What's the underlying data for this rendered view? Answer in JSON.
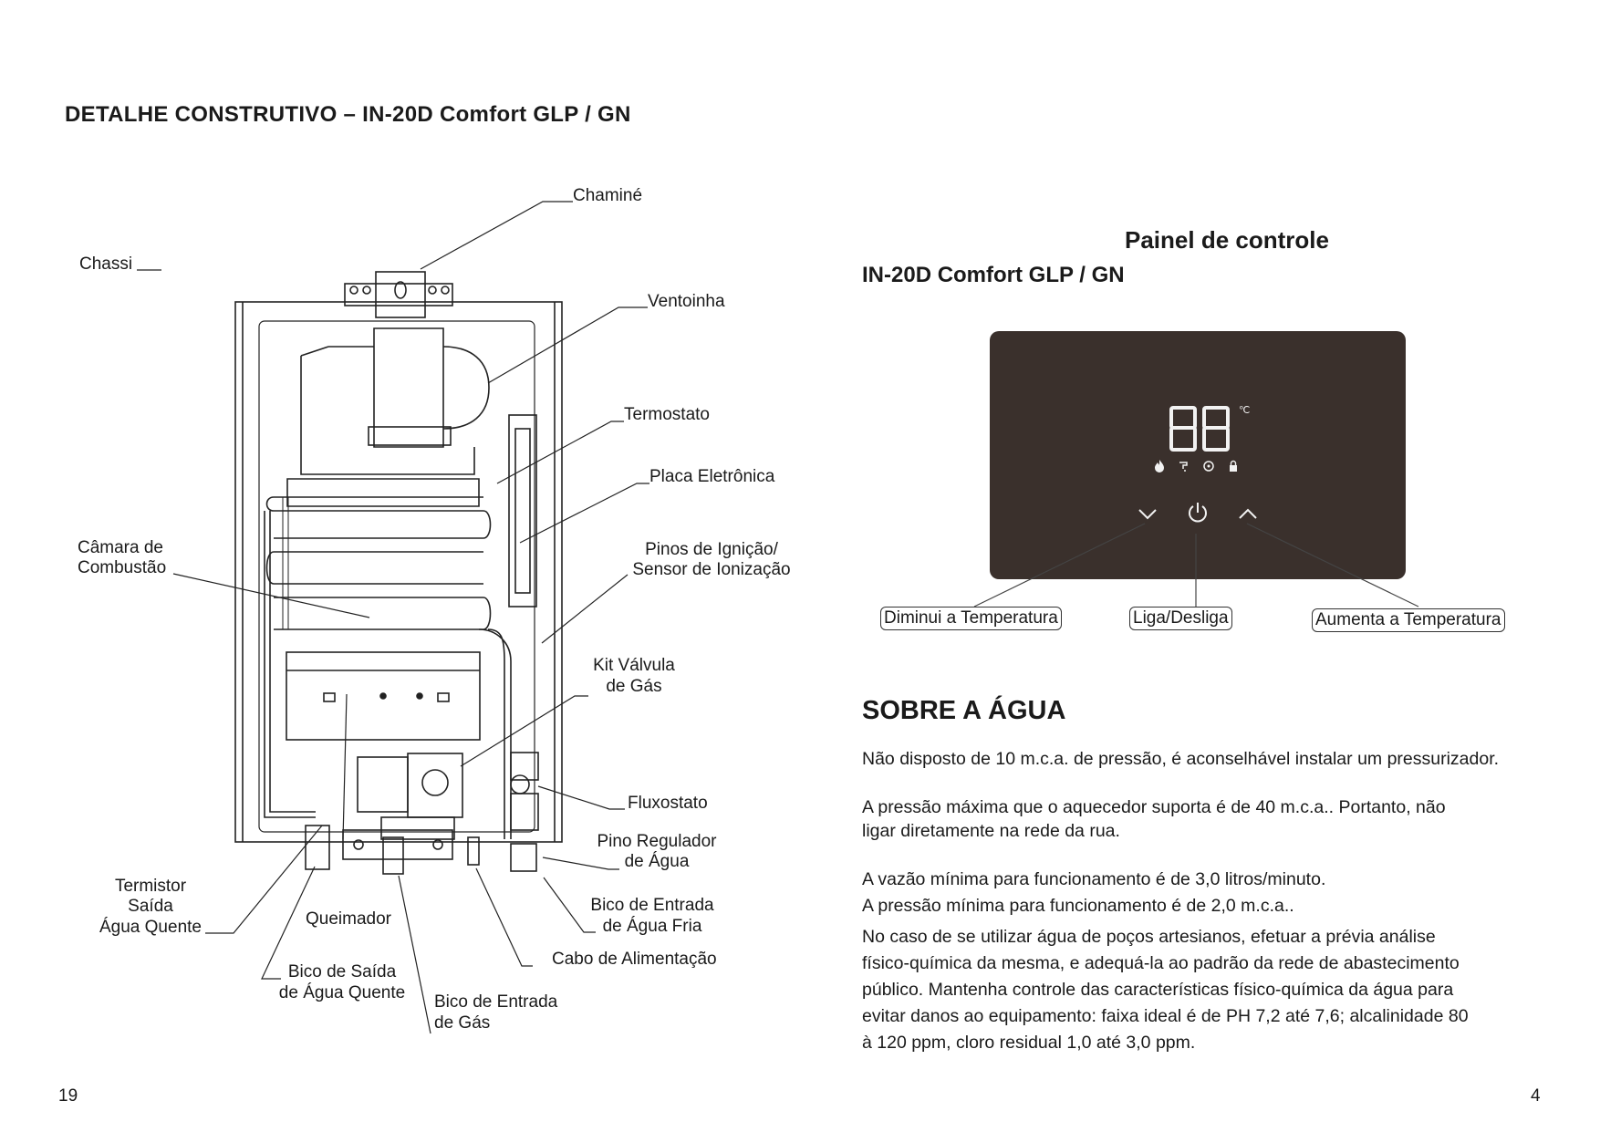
{
  "left_page": {
    "title": "DETALHE CONSTRUTIVO – IN-20D Comfort GLP / GN",
    "labels": {
      "chamine": "Chaminé",
      "chassi": "Chassi",
      "ventoinha": "Ventoinha",
      "termostato": "Termostato",
      "placa": "Placa Eletrônica",
      "camara_1": "Câmara de",
      "camara_2": "Combustão",
      "pinos_1": "Pinos de Ignição/",
      "pinos_2": "Sensor de Ionização",
      "kit_1": "Kit Válvula",
      "kit_2": "de Gás",
      "fluxostato": "Fluxostato",
      "pino_reg_1": "Pino Regulador",
      "pino_reg_2": "de Água",
      "termistor_1": "Termistor",
      "termistor_2": "Saída",
      "termistor_3": "Água Quente",
      "queimador": "Queimador",
      "bico_fria_1": "Bico de Entrada",
      "bico_fria_2": "de Água Fria",
      "cabo": "Cabo de Alimentação",
      "bico_quente_1": "Bico de Saída",
      "bico_quente_2": "de Água Quente",
      "bico_gas_1": "Bico de Entrada",
      "bico_gas_2": "de Gás"
    },
    "page_number": "19"
  },
  "right_page": {
    "panel_title": "Painel de controle",
    "panel_subtitle": "IN-20D Comfort GLP / GN",
    "display": {
      "digits": "88",
      "unit": "℃"
    },
    "status_icons": [
      "flame-icon",
      "tap-icon",
      "fan-icon",
      "lock-icon"
    ],
    "buttons": {
      "down_label": "Diminui a Temperatura",
      "power_label": "Liga/Desliga",
      "up_label": "Aumenta a Temperatura"
    },
    "water_title": "SOBRE A ÁGUA",
    "paragraphs": {
      "p1": "Não disposto de 10 m.c.a. de pressão, é aconselhável instalar um pressurizador.",
      "p2_l1": "A pressão máxima que o aquecedor suporta é de 40 m.c.a.. Portanto, não",
      "p2_l2": "ligar diretamente na rede da rua.",
      "p3_l1": "A vazão mínima para funcionamento é de 3,0 litros/minuto.",
      "p3_l2": "A pressão mínima para funcionamento é de 2,0 m.c.a..",
      "p4_l1": "No caso de se utilizar água de poços artesianos, efetuar a prévia análise",
      "p4_l2": "físico-química da mesma, e adequá-la ao padrão da rede de abastecimento",
      "p4_l3": "público. Mantenha controle das características físico-química da água para",
      "p4_l4": "evitar danos ao equipamento: faixa ideal é de PH 7,2 até 7,6; alcalinidade 80",
      "p4_l5": "à 120 ppm, cloro residual 1,0 até 3,0 ppm."
    },
    "page_number": "4"
  },
  "colors": {
    "panel_bg": "#3a302c",
    "panel_fg": "#f2f2f2",
    "ink": "#1a1a1a"
  }
}
